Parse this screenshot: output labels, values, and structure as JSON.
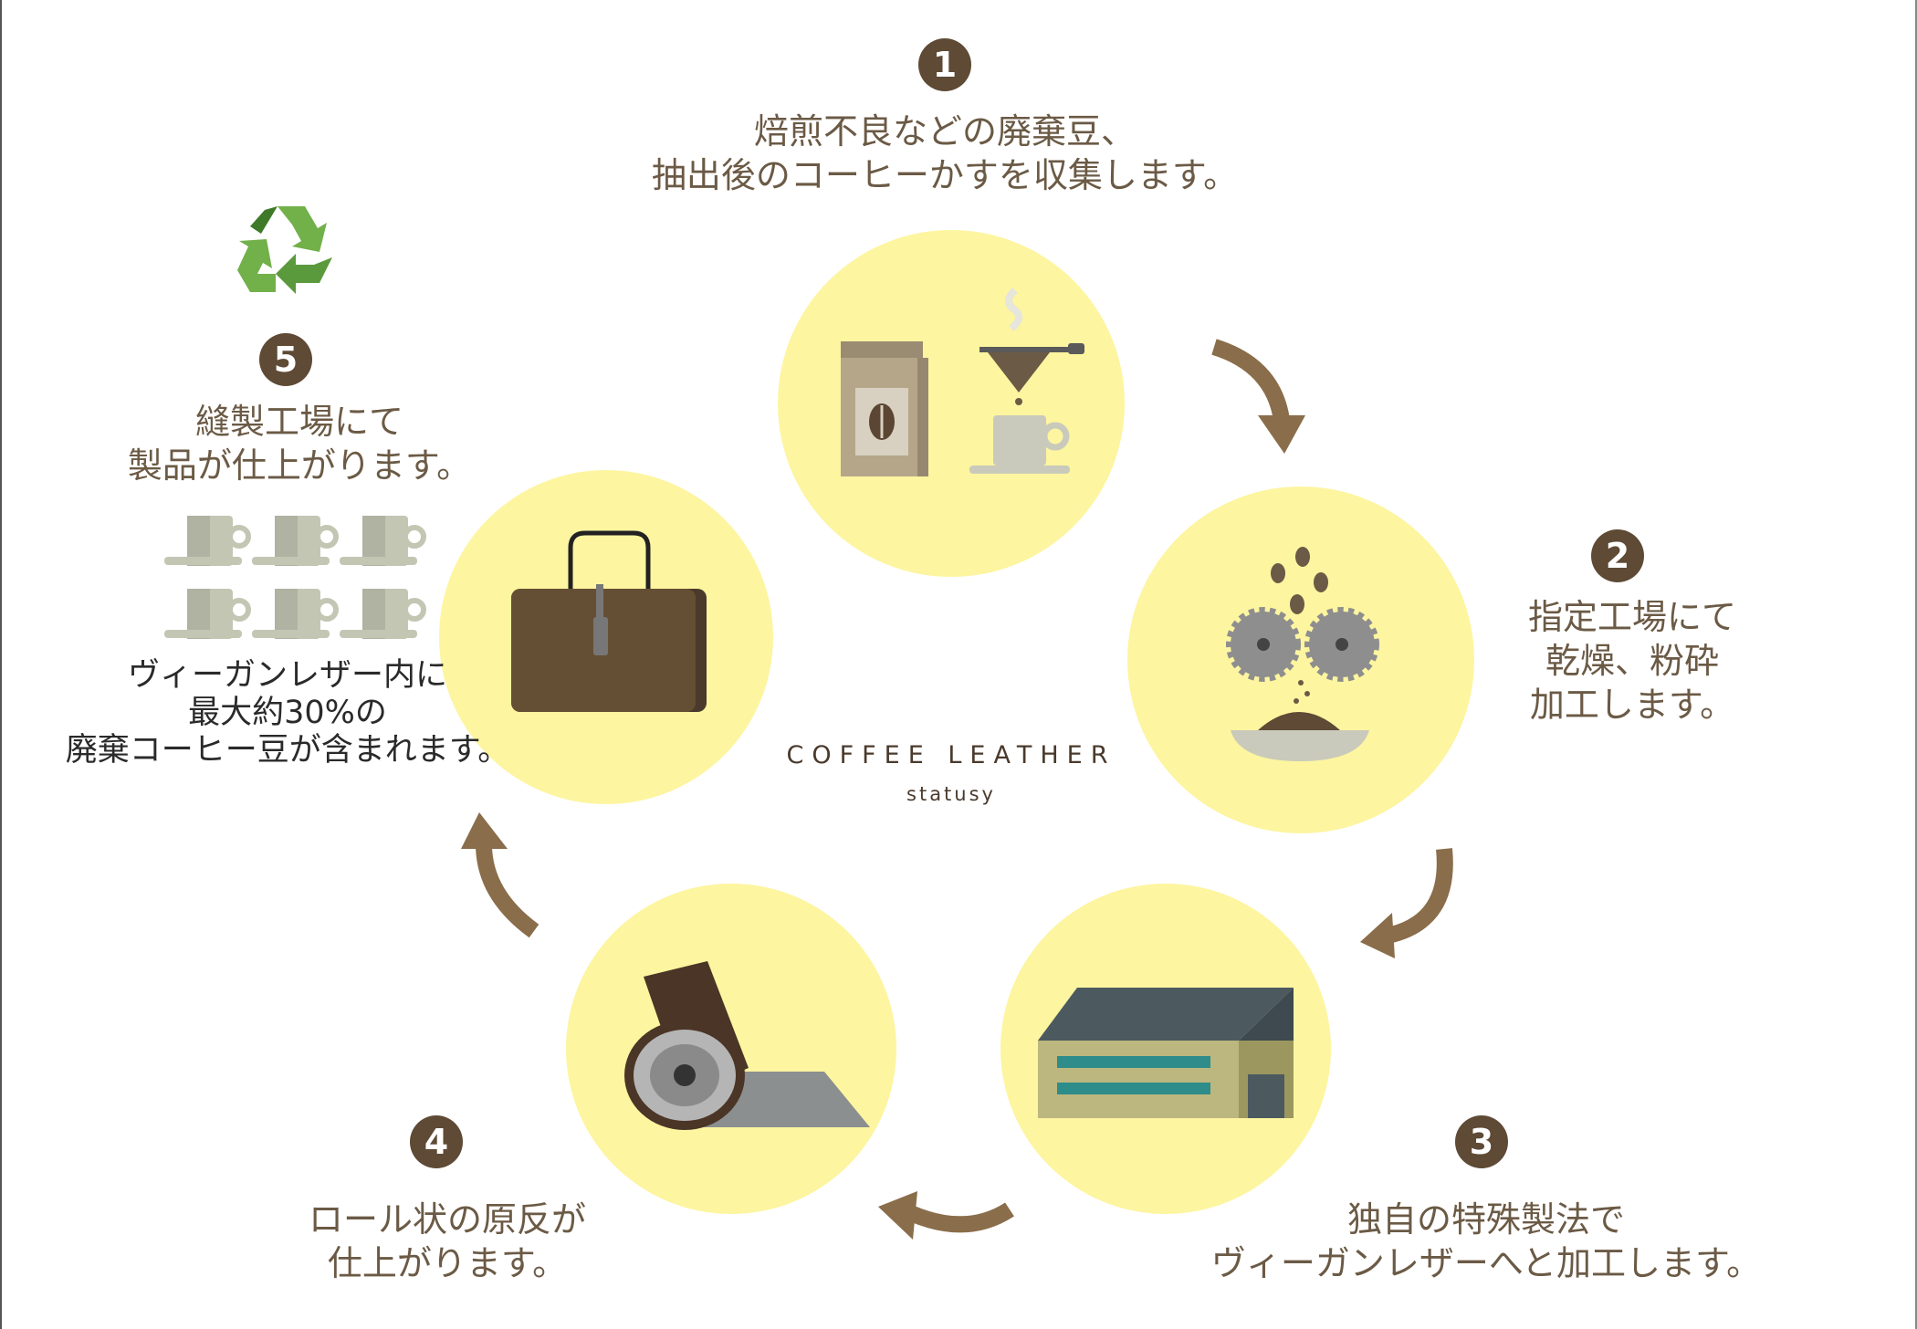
{
  "colors": {
    "circle": "#fdf5a0",
    "brown": "#6b5a45",
    "badge": "#5e4a35",
    "recycle": "#5a9a3c"
  },
  "logo": {
    "main": "COFFEE LEATHER",
    "sub": "statusy"
  },
  "steps": [
    {
      "number": "1",
      "lines": [
        "焙煎不良などの廃棄豆、",
        "抽出後のコーヒーかすを収集します。"
      ]
    },
    {
      "number": "2",
      "lines": [
        "指定工場にて",
        "乾燥、粉砕",
        "加工します。"
      ]
    },
    {
      "number": "3",
      "lines": [
        "独自の特殊製法で",
        "ヴィーガンレザーへと加工します。"
      ]
    },
    {
      "number": "4",
      "lines": [
        "ロール状の原反が",
        "仕上がります。"
      ]
    },
    {
      "number": "5",
      "lines": [
        "縫製工場にて",
        "製品が仕上がります。"
      ]
    }
  ],
  "note": {
    "lines": [
      "ヴィーガンレザー内に",
      "最大約30%の",
      "廃棄コーヒー豆が含まれます。"
    ]
  },
  "icons": [
    "recycle-icon",
    "coffee-bag-icon",
    "drip-filter-icon",
    "coffee-cup-icon",
    "grinder-gears-icon",
    "factory-icon",
    "leather-roll-icon",
    "handbag-icon"
  ]
}
